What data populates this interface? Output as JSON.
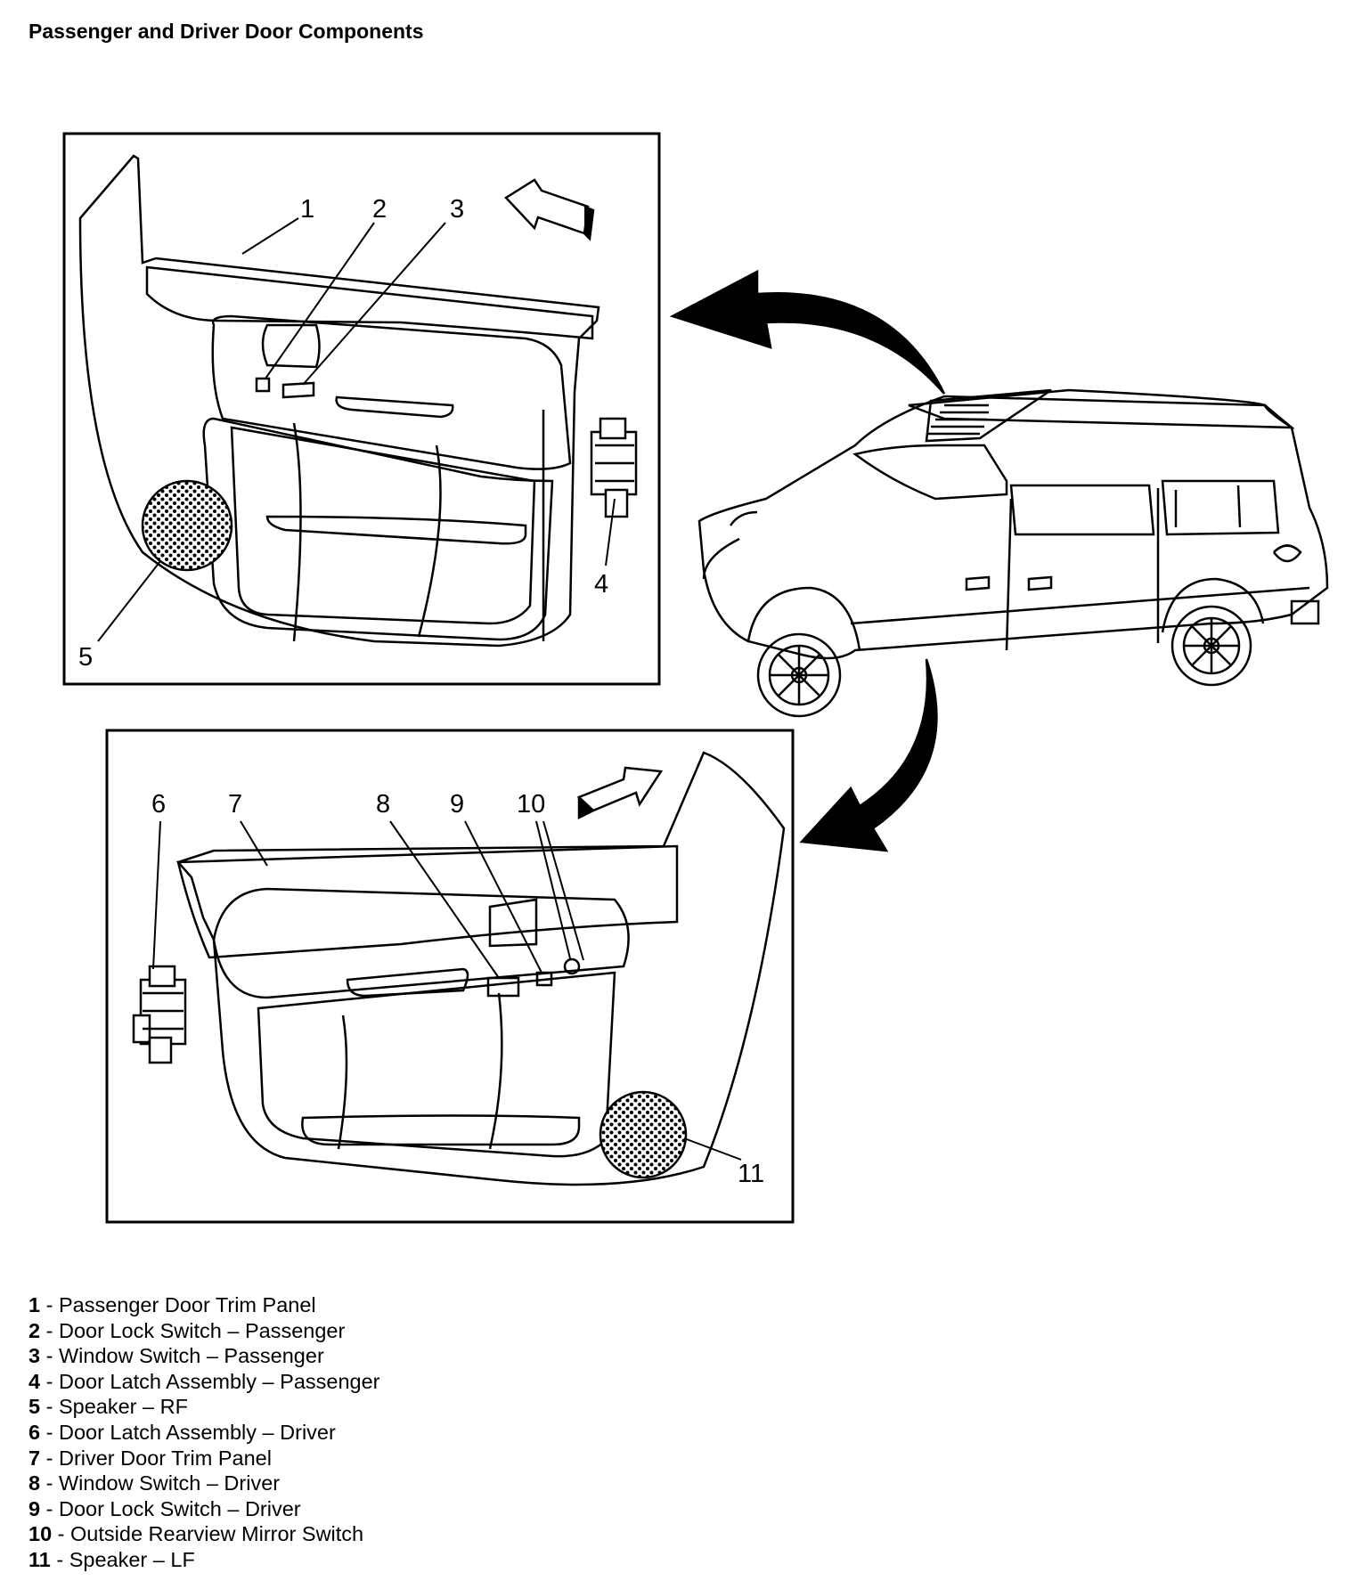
{
  "title": "Passenger and Driver Door Components",
  "callouts": {
    "c1": "1",
    "c2": "2",
    "c3": "3",
    "c4": "4",
    "c5": "5",
    "c6": "6",
    "c7": "7",
    "c8": "8",
    "c9": "9",
    "c10": "10",
    "c11": "11"
  },
  "legend": [
    {
      "num": "1",
      "sep": " - ",
      "text": "Passenger Door Trim Panel"
    },
    {
      "num": "2",
      "sep": " - ",
      "text": "Door Lock Switch – Passenger"
    },
    {
      "num": "3",
      "sep": " - ",
      "text": "Window Switch – Passenger"
    },
    {
      "num": "4",
      "sep": " - ",
      "text": "Door Latch Assembly – Passenger"
    },
    {
      "num": "5",
      "sep": " - ",
      "text": "Speaker – RF"
    },
    {
      "num": "6",
      "sep": " - ",
      "text": "Door Latch Assembly – Driver"
    },
    {
      "num": "7",
      "sep": " - ",
      "text": "Driver Door Trim Panel"
    },
    {
      "num": "8",
      "sep": " - ",
      "text": "Window Switch – Driver"
    },
    {
      "num": "9",
      "sep": " - ",
      "text": "Door Lock Switch – Driver"
    },
    {
      "num": "10",
      "sep": " - ",
      "text": "Outside Rearview Mirror Switch"
    },
    {
      "num": "11",
      "sep": " - ",
      "text": "Speaker – LF"
    }
  ]
}
